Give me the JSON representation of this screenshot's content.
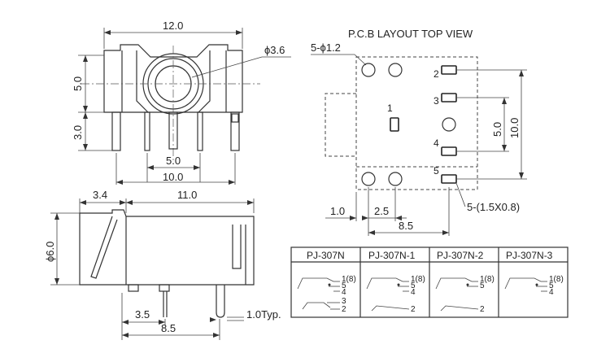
{
  "front_view": {
    "dim_width": "12.0",
    "dim_height": "5.0",
    "dim_pin_length": "3.0",
    "dim_bore": "ϕ3.6",
    "dim_pin_pitch_inner": "5.0",
    "dim_pin_pitch_outer": "10.0"
  },
  "side_view": {
    "dim_front": "3.4",
    "dim_length": "11.0",
    "dim_diameter": "ϕ6.0",
    "dim_pin_a": "3.5",
    "dim_pin_b": "8.5",
    "dim_pin_thickness": "1.0Typ."
  },
  "pcb_layout": {
    "title": "P.C.B LAYOUT  TOP VIEW",
    "hole_spec": "5-ϕ1.2",
    "pad_spec": "5-(1.5X0.8)",
    "dim_left": "1.0",
    "dim_pitch": "2.5",
    "dim_total": "8.5",
    "dim_inner": "5.0",
    "dim_outer": "10.0",
    "pin_labels": [
      "1",
      "2",
      "3",
      "4",
      "5"
    ]
  },
  "variants_table": {
    "headers": [
      "PJ-307N",
      "PJ-307N-1",
      "PJ-307N-2",
      "PJ-307N-3"
    ],
    "schematics": [
      [
        "1(8)",
        "5",
        "4",
        "3",
        "2"
      ],
      [
        "1(8)",
        "5",
        "4",
        "2"
      ],
      [
        "1(8)",
        "5",
        "2"
      ],
      [
        "1(8)",
        "5",
        "4"
      ]
    ]
  }
}
